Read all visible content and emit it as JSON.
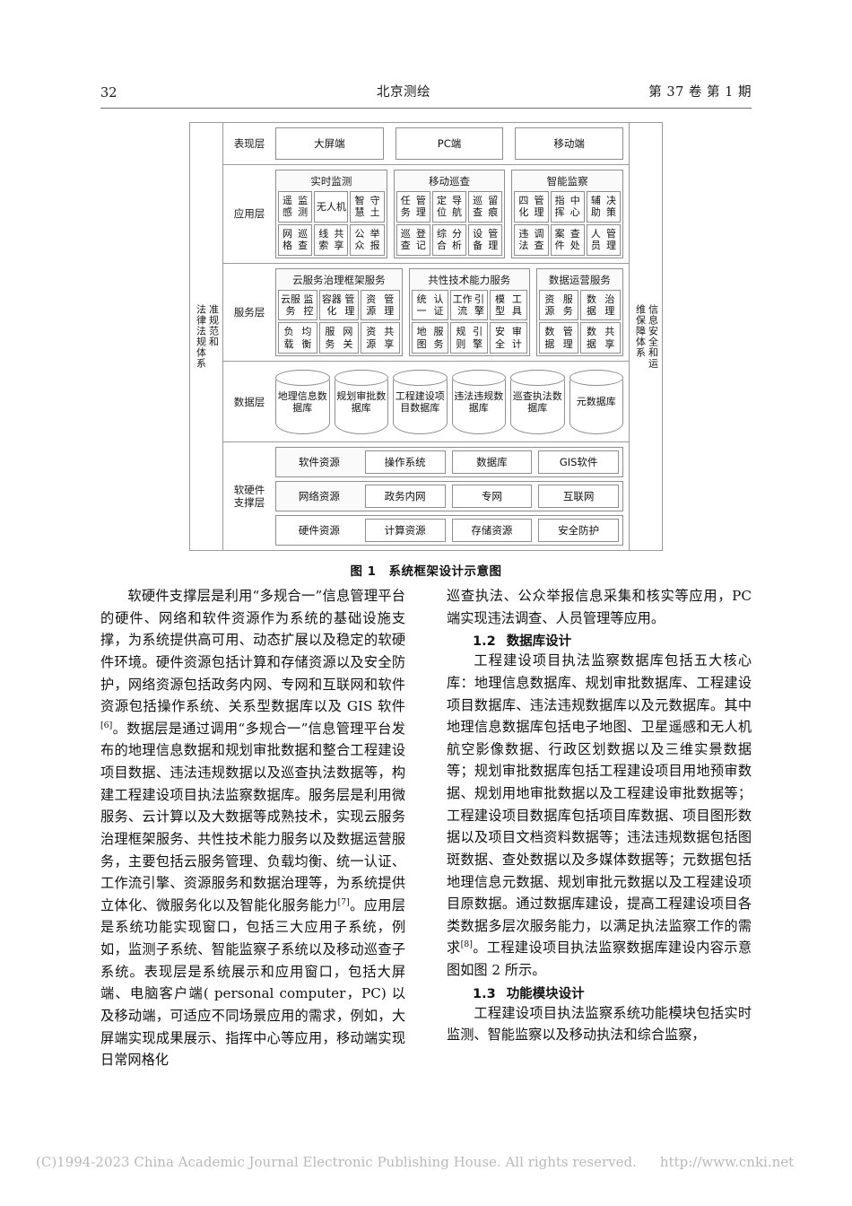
{
  "header": {
    "page_number": "32",
    "journal": "北京测绘",
    "volume_issue": "第 37 卷  第 1 期"
  },
  "figure": {
    "caption_number": "图 1",
    "caption_text": "系统框架设计示意图",
    "left_side_label": {
      "col1": "准规范和",
      "col2": "法律法规体系"
    },
    "right_side_label": {
      "col1": "信息安全和运",
      "col2": "维保障体系"
    },
    "layers": [
      {
        "name": "表现层",
        "type": "boxes",
        "boxes": [
          "大屏端",
          "PC端",
          "移动端"
        ]
      },
      {
        "name": "应用层",
        "type": "groups",
        "groups": [
          {
            "title": "实时监测",
            "cols": 3,
            "cells": [
              [
                "遥感",
                "监测"
              ],
              [
                "无人",
                "机"
              ],
              [
                "智慧",
                "守土"
              ],
              [
                "网格",
                "巡查"
              ],
              [
                "线索",
                "共享"
              ],
              [
                "公众",
                "举报"
              ]
            ]
          },
          {
            "title": "移动巡查",
            "cols": 3,
            "cells": [
              [
                "任务",
                "管理"
              ],
              [
                "定位",
                "导航"
              ],
              [
                "巡查",
                "留痕"
              ],
              [
                "巡查",
                "登记"
              ],
              [
                "综合",
                "分析"
              ],
              [
                "设备",
                "管理"
              ]
            ]
          },
          {
            "title": "智能监察",
            "cols": 3,
            "cells": [
              [
                "四化",
                "管理"
              ],
              [
                "指挥",
                "中心"
              ],
              [
                "辅助",
                "决策"
              ],
              [
                "违法",
                "调查"
              ],
              [
                "案件",
                "查处"
              ],
              [
                "人员",
                "管理"
              ]
            ]
          }
        ]
      },
      {
        "name": "服务层",
        "type": "groups",
        "groups": [
          {
            "title": "云服务治理框架服务",
            "cols": 3,
            "cells": [
              [
                "云服务",
                "监控"
              ],
              [
                "容器化",
                "管理"
              ],
              [
                "资源",
                "管理"
              ],
              [
                "负载",
                "均衡"
              ],
              [
                "服务",
                "网关"
              ],
              [
                "资源",
                "共享"
              ]
            ]
          },
          {
            "title": "共性技术能力服务",
            "cols": 3,
            "cells": [
              [
                "统一",
                "认证"
              ],
              [
                "工作流",
                "引擎"
              ],
              [
                "模型",
                "工具"
              ],
              [
                "地图",
                "服务"
              ],
              [
                "规则",
                "引擎"
              ],
              [
                "安全",
                "审计"
              ]
            ]
          },
          {
            "title": "数据运营服务",
            "cols": 2,
            "cells": [
              [
                "资源",
                "服务"
              ],
              [
                "数据",
                "治理"
              ],
              [
                "数据",
                "管理"
              ],
              [
                "数据",
                "共享"
              ]
            ]
          }
        ]
      },
      {
        "name": "数据层",
        "type": "databases",
        "databases": [
          [
            "地理信息",
            "数据库"
          ],
          [
            "规划审批",
            "数据库"
          ],
          [
            "工程建设",
            "项目数据库"
          ],
          [
            "违法违规",
            "数据库"
          ],
          [
            "巡查执法",
            "数据库"
          ],
          [
            "元数据库"
          ]
        ]
      },
      {
        "name": "软硬件\n支撑层",
        "name_line1": "软硬件",
        "name_line2": "支撑层",
        "type": "support",
        "rows": [
          {
            "head": "软件资源",
            "boxes": [
              "操作系统",
              "数据库",
              "GIS软件"
            ]
          },
          {
            "head": "网络资源",
            "boxes": [
              "政务内网",
              "专网",
              "互联网"
            ]
          },
          {
            "head": "硬件资源",
            "boxes": [
              "计算资源",
              "存储资源",
              "安全防护"
            ]
          }
        ]
      }
    ]
  },
  "body": {
    "left_column": {
      "para1": "软硬件支撑层是利用“多规合一”信息管理平台的硬件、网络和软件资源作为系统的基础设施支撑，为系统提供高可用、动态扩展以及稳定的软硬件环境。硬件资源包括计算和存储资源以及安全防护，网络资源包括政务内网、专网和互联网和软件资源包括操作系统、关系型数据库以及 GIS 软件",
      "para1_ref": "[6]",
      "para1_cont": "。数据层是通过调用“多规合一”信息管理平台发布的地理信息数据和规划审批数据和整合工程建设项目数据、违法违规数据以及巡查执法数据等，构建工程建设项目执法监察数据库。服务层是利用微服务、云计算以及大数据等成熟技术，实现云服务治理框架服务、共性技术能力服务以及数据运营服务，主要包括云服务管理、负载均衡、统一认证、工作流引擎、资源服务和数据治理等，为系统提供立体化、微服务化以及智能化服务能力",
      "para1_ref2": "[7]",
      "para1_cont2": "。应用层是系统功能实现窗口，包括三大应用子系统，例如，监测子系统、智能监察子系统以及移动巡查子系统。表现层是系统展示和应用窗口，包括大屏端、电脑客户端( personal computer，PC) 以及移动端，可适应不同场景应用的需求，例如，大屏端实现成果展示、指挥中心等应用，移动端实现日常网格化"
    },
    "right_column": {
      "para_cont": "巡查执法、公众举报信息采集和核实等应用，PC端实现违法调查、人员管理等应用。",
      "section_1_2_num": "1.2",
      "section_1_2_title": "数据库设计",
      "para2": "工程建设项目执法监察数据库包括五大核心库：地理信息数据库、规划审批数据库、工程建设项目数据库、违法违规数据库以及元数据库。其中地理信息数据库包括电子地图、卫星遥感和无人机航空影像数据、行政区划数据以及三维实景数据等；规划审批数据库包括工程建设项目用地预审数据、规划用地审批数据以及工程建设审批数据等；工程建设项目数据库包括项目库数据、项目图形数据以及项目文档资料数据等；违法违规数据包括图斑数据、查处数据以及多媒体数据等；元数据包括地理信息元数据、规划审批元数据以及工程建设项目原数据。通过数据库建设，提高工程建设项目各类数据多层次服务能力，以满足执法监察工作的需求",
      "para2_ref": "[8]",
      "para2_cont": "。工程建设项目执法监察数据库建设内容示意图如图 2 所示。",
      "section_1_3_num": "1.3",
      "section_1_3_title": "功能模块设计",
      "para3": "工程建设项目执法监察系统功能模块包括实时监测、智能监察以及移动执法和综合监察，"
    }
  },
  "footer": {
    "copyright": "(C)1994-2023 China Academic Journal Electronic Publishing House. All rights reserved.",
    "url": "http://www.cnki.net"
  }
}
